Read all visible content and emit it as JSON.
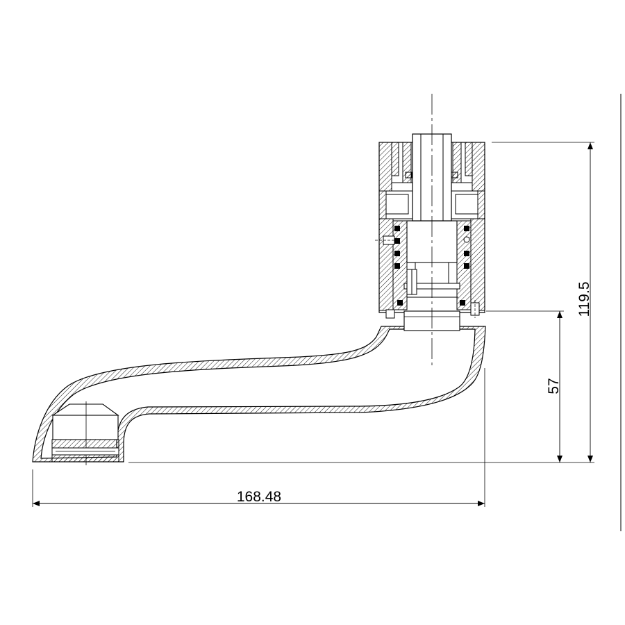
{
  "dimensions": {
    "overall_width": "168.48",
    "overall_height": "119.5",
    "outlet_height": "57"
  }
}
